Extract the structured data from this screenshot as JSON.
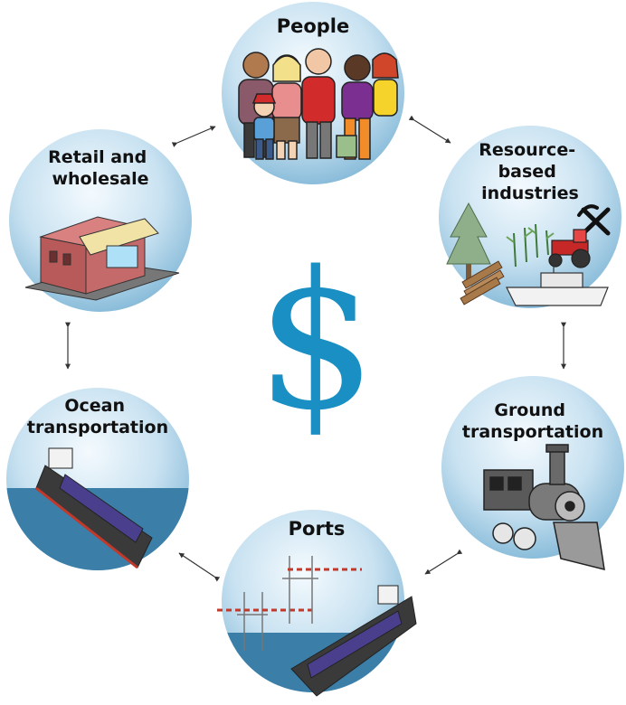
{
  "center": {
    "symbol": "$",
    "color": "#1a8fc4"
  },
  "nodes": [
    {
      "id": "people",
      "lines": [
        "People"
      ]
    },
    {
      "id": "resource",
      "lines": [
        "Resource-",
        "based",
        "industries"
      ]
    },
    {
      "id": "ground",
      "lines": [
        "Ground",
        "transportation"
      ]
    },
    {
      "id": "ports",
      "lines": [
        "Ports"
      ]
    },
    {
      "id": "ocean",
      "lines": [
        "Ocean",
        "transportation"
      ]
    },
    {
      "id": "retail",
      "lines": [
        "Retail and",
        "wholesale"
      ]
    }
  ],
  "colors": {
    "circle_light": "#e9f4fb",
    "circle_dark": "#7fb6d6",
    "water": "#3b7fa9",
    "ship_hull": "#3a3a3a",
    "container": "#4a3f8c",
    "arrow": "#333333"
  }
}
